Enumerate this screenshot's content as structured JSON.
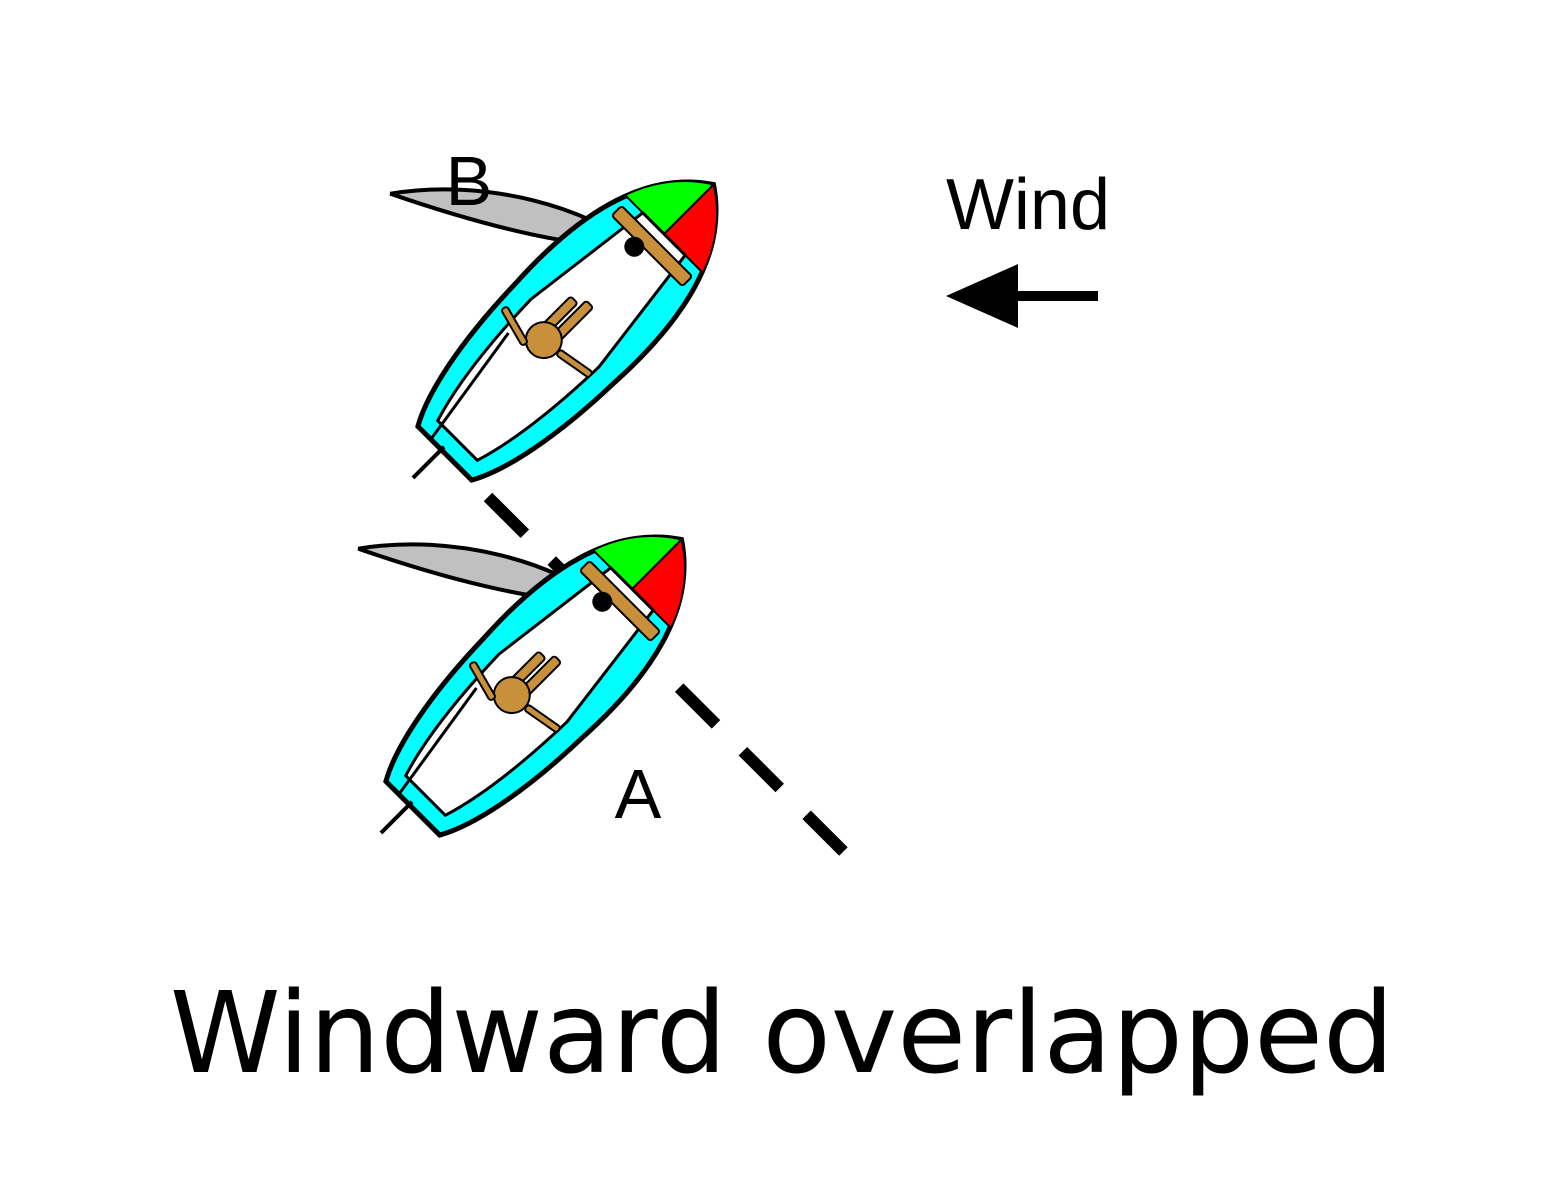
{
  "diagram": {
    "title": "Windward overlapped",
    "wind_label": "Wind",
    "boats": [
      {
        "id": "B",
        "label": "B",
        "heading_deg": 45,
        "role": "windward"
      },
      {
        "id": "A",
        "label": "A",
        "heading_deg": 45,
        "role": "leeward"
      }
    ],
    "colors": {
      "hull_deck": "#00ffff",
      "bow_port": "#ff0000",
      "bow_starboard": "#00ff00",
      "sail": "#c0c0c0",
      "crew": "#c8903a",
      "outline": "#000000",
      "background": "#ffffff"
    },
    "icons": {
      "wind_arrow": "arrow-left-icon",
      "overlap_line": "dashed-line"
    }
  }
}
